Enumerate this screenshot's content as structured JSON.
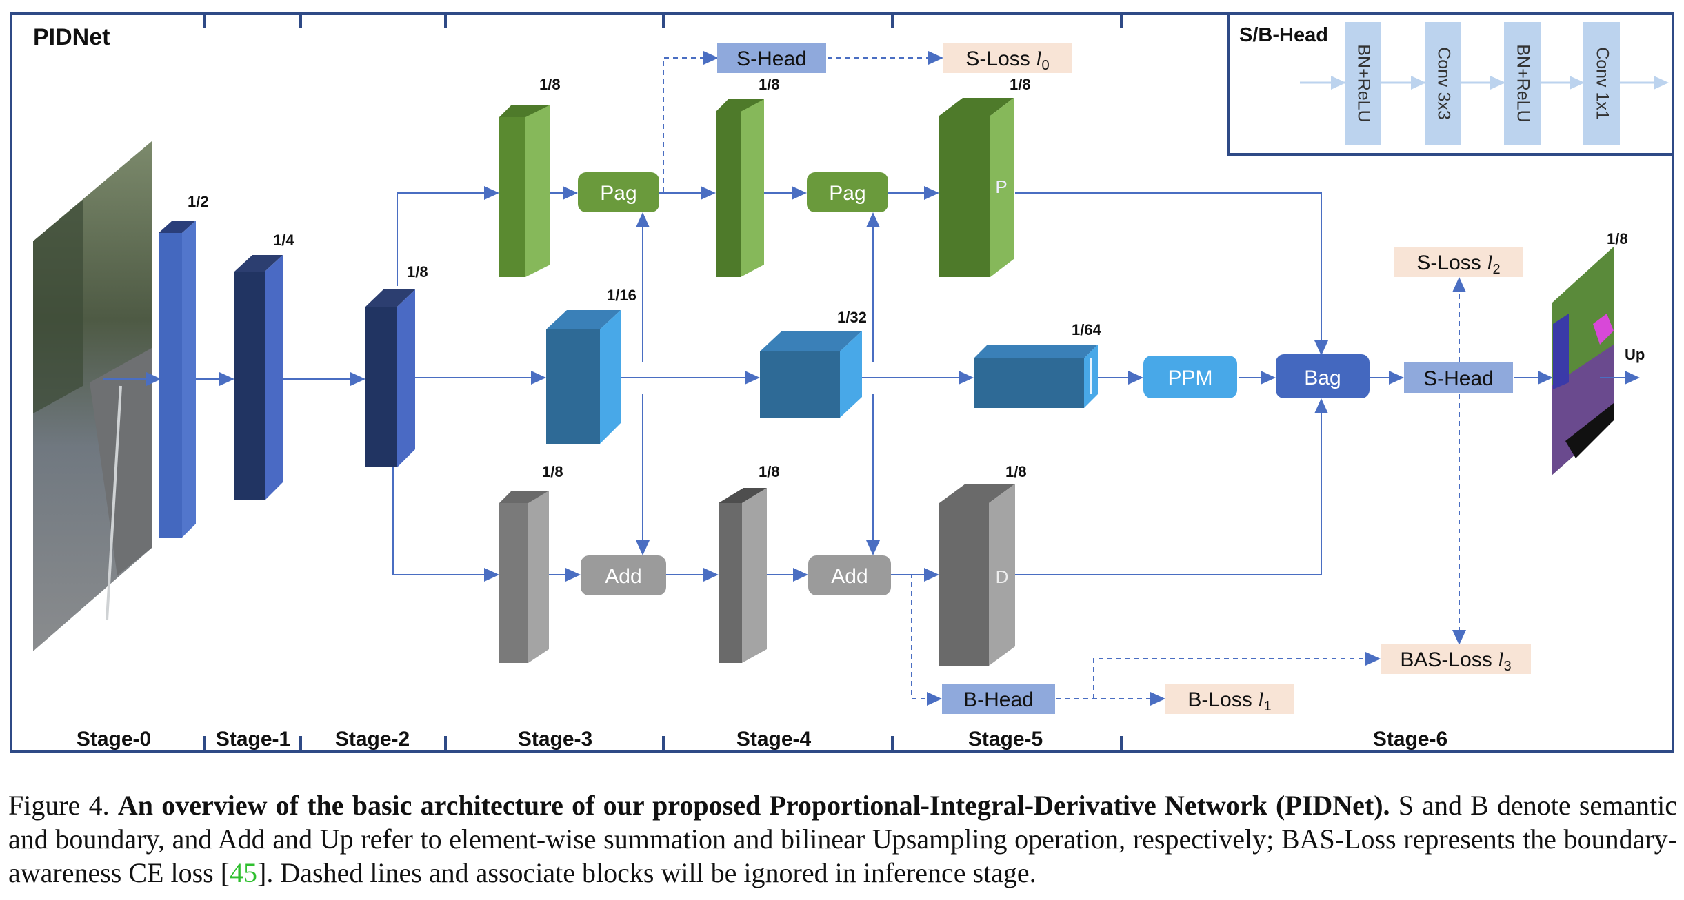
{
  "figure": {
    "title": "PIDNet",
    "head_box_title": "S/B-Head",
    "head_layers": [
      "BN+ReLU",
      "Conv 3x3",
      "BN+ReLU",
      "Conv 1x1"
    ],
    "stages": [
      "Stage-0",
      "Stage-1",
      "Stage-2",
      "Stage-3",
      "Stage-4",
      "Stage-5",
      "Stage-6"
    ],
    "scales": {
      "s1": "1/2",
      "s2": "1/4",
      "s3": "1/8",
      "p3": "1/8",
      "p4": "1/8",
      "p5": "1/8",
      "i3": "1/16",
      "i4": "1/32",
      "i5": "1/64",
      "d3": "1/8",
      "d4": "1/8",
      "d5": "1/8",
      "out": "1/8"
    },
    "blocks": {
      "pag1": "Pag",
      "pag2": "Pag",
      "add1": "Add",
      "add2": "Add",
      "ppm": "PPM",
      "bag": "Bag",
      "s_head_top": "S-Head",
      "s_head_main": "S-Head",
      "b_head": "B-Head",
      "up": "Up"
    },
    "losses": {
      "l0_prefix": "S-Loss ",
      "l0_var": "l",
      "l0_sub": "0",
      "l1_prefix": "B-Loss ",
      "l1_var": "l",
      "l1_sub": "1",
      "l2_prefix": "S-Loss ",
      "l2_var": "l",
      "l2_sub": "2",
      "l3_prefix": "BAS-Loss ",
      "l3_var": "l",
      "l3_sub": "3"
    },
    "colors": {
      "frame": "#2f4a86",
      "arrow": "#4a6ec2",
      "p_branch": "#6a9a3c",
      "i_branch": "#2f7bb8",
      "d_branch": "#8a8a8a",
      "loss_bg": "#f8e4d6",
      "head_bg": "#8fa9dc"
    }
  },
  "caption": {
    "label": "Figure 4.",
    "title": "An overview of the basic architecture of our proposed Proportional-Integral-Derivative Network (PIDNet).",
    "text_1": "S and B denote semantic and boundary, and Add and Up refer to element-wise summation and bilinear Upsampling operation, respectively; BAS-Loss represents the boundary-awareness CE loss [",
    "citation": "45",
    "text_2": "]. Dashed lines and associate blocks will be ignored in inference stage."
  }
}
